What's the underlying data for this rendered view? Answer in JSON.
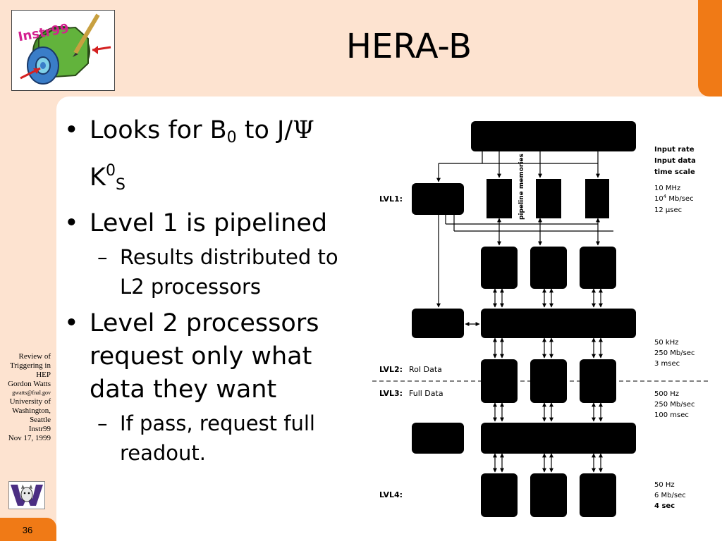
{
  "slide": {
    "title": "HERA-B",
    "page_number": "36"
  },
  "logo": {
    "text": "Instr99"
  },
  "footer": {
    "line1": "Review of",
    "line2": "Triggering in",
    "line3": "HEP",
    "line4": "Gordon Watts",
    "email": "gwatts@fnal.gov",
    "line5": "University of",
    "line6": "Washington,",
    "line7": "Seattle",
    "line8": "Instr99",
    "line9": "Nov 17, 1999"
  },
  "bullets": {
    "b1_text1": "Looks for B",
    "b1_sub1": "0",
    "b1_text2": " to J/",
    "b1_psi": "Ψ",
    "b1_text3": "K",
    "b1_sup": "0",
    "b1_sub2": "S",
    "b2": "Level 1 is pipelined",
    "b2_sub": "Results distributed to L2 processors",
    "b3": "Level 2 processors request only what data they want",
    "b3_sub": "If pass, request full readout."
  },
  "diagram": {
    "pipeline_label": "pipeline memories",
    "levels": {
      "lvl1": "LVL1:",
      "lvl2": "LVL2:",
      "lvl2_detail": "RoI Data",
      "lvl3": "LVL3:",
      "lvl3_detail": "Full Data",
      "lvl4": "LVL4:"
    },
    "legend": {
      "h1": "Input rate",
      "h2": "Input data",
      "h3": "time scale"
    },
    "rates": {
      "r1a": "10 MHz",
      "r1b_base": "10",
      "r1b_exp": "4",
      "r1b_unit": " Mb/sec",
      "r1c": "12 μsec",
      "r2a": "50 kHz",
      "r2b": "250 Mb/sec",
      "r2c": "3 msec",
      "r3a": "500 Hz",
      "r3b": "250 Mb/sec",
      "r3c": "100 msec",
      "r4a": "50 Hz",
      "r4b": "6 Mb/sec",
      "r4c": "4 sec"
    }
  }
}
